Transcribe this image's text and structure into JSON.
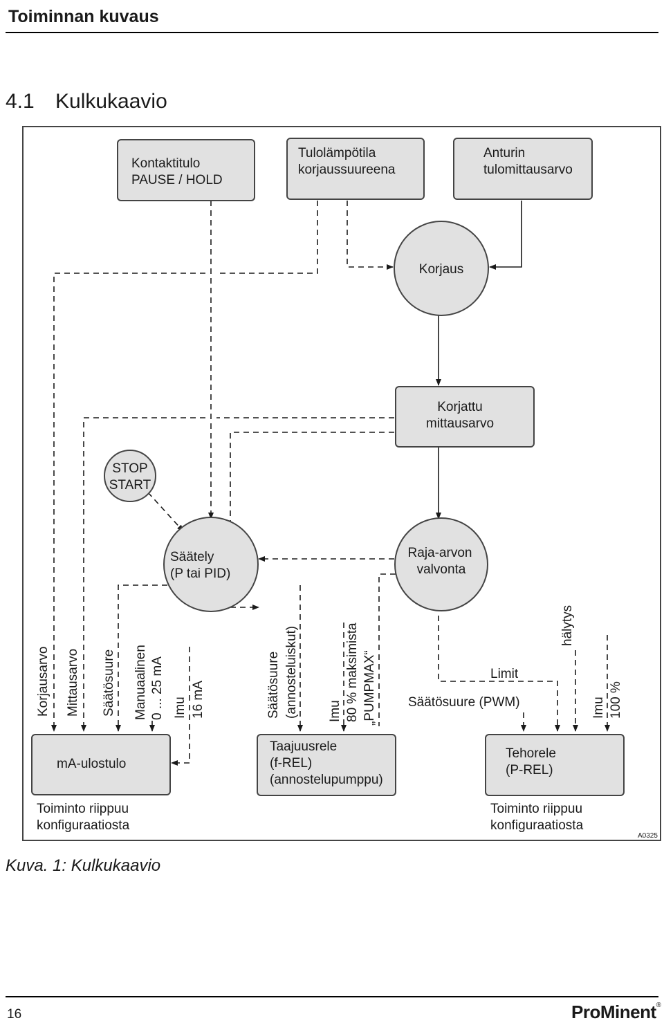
{
  "header": {
    "title": "Toiminnan kuvaus"
  },
  "section": {
    "number": "4.1",
    "title": "Kulkukaavio"
  },
  "diagram": {
    "contact_input": [
      "Kontaktitulo",
      "PAUSE / HOLD"
    ],
    "temperature_input": [
      "Tulolämpötila",
      "korjaussuureena"
    ],
    "sensor_input": [
      "Anturin",
      "tulomittausarvo"
    ],
    "correction": "Korjaus",
    "corrected_value": [
      "Korjattu",
      "mittausarvo"
    ],
    "stop_start": [
      "STOP",
      "START"
    ],
    "control": [
      "Säätely",
      "(P tai PID)"
    ],
    "limit_monitor": [
      "Raja-arvon",
      "valvonta"
    ],
    "signals": {
      "correction_value": "Korjausarvo",
      "measured_value": "Mittausarvo",
      "control_variable": "Säätösuure",
      "manual": [
        "Manuaalinen",
        "0 ... 25 mA"
      ],
      "pulse_16": [
        "Imu",
        "16 mA"
      ],
      "control_dosing": [
        "Säätösuure",
        "(annosteluiskut)"
      ],
      "pulse_80": [
        "Imu",
        "80 % maksimista",
        "„PUMPMAX“"
      ],
      "limit": "Limit",
      "control_pwm": "Säätösuure (PWM)",
      "alarm": "hälytys",
      "pulse_100": [
        "Imu",
        "100 %"
      ]
    },
    "ma_output": "mA-ulostulo",
    "freq_relay": [
      "Taajuusrele",
      "(f-REL)",
      "(annostelupumppu)"
    ],
    "power_relay": [
      "Tehorele",
      "(P-REL)"
    ],
    "config_note_left": [
      "Toiminto riippuu",
      "konfiguraatiosta"
    ],
    "config_note_right": [
      "Toiminto riippuu",
      "konfiguraatiosta"
    ],
    "figure_id": "A0325"
  },
  "caption": "Kuva. 1: Kulkukaavio",
  "footer": {
    "page_number": "16",
    "brand": "ProMinent",
    "registered": "®"
  },
  "colors": {
    "box_fill": "#e1e1e1",
    "line": "#1a1a1a"
  }
}
